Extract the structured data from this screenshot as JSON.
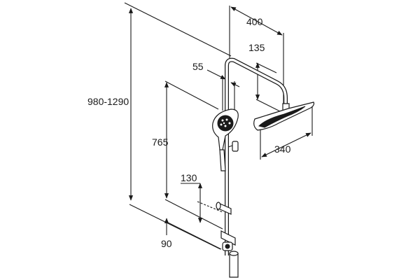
{
  "dimensions": {
    "height_range": "980-1290",
    "head_arm_length": "400",
    "head_drop": "135",
    "hand_shower_width": "55",
    "hand_shower_height": "765",
    "head_width": "340",
    "holder_offset": "130",
    "bottom_offset": "90"
  }
}
